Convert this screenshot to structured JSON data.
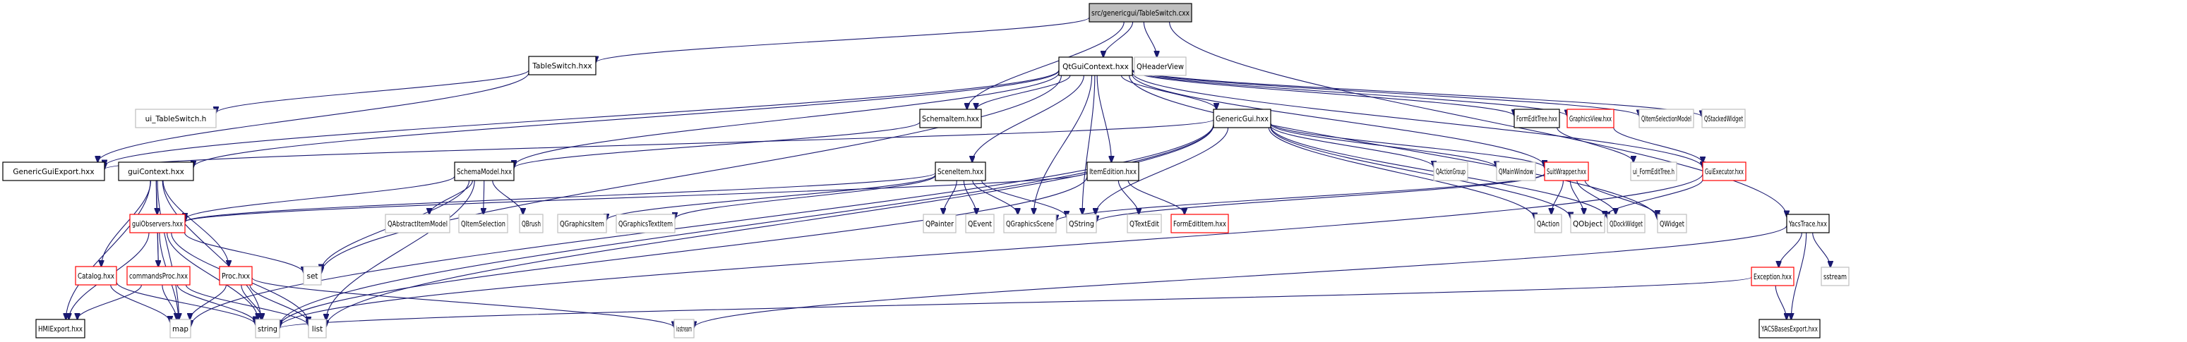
{
  "diagram": {
    "title": "src/genericgui/TableSwitch.cxx",
    "type": "include-dependency-graph",
    "colors": {
      "edge": "#191970",
      "root_fill": "#bfbfbf",
      "documented_border": "#000000",
      "undocumented_border": "#ff0000",
      "external_border": "#bfbfbf"
    },
    "nodes": [
      {
        "id": "root",
        "label": "src/genericgui/TableSwitch.cxx",
        "kind": "root"
      },
      {
        "id": "TableSwitch",
        "label": "TableSwitch.hxx",
        "kind": "documented"
      },
      {
        "id": "QtGuiContext",
        "label": "QtGuiContext.hxx",
        "kind": "documented"
      },
      {
        "id": "QHeaderView",
        "label": "QHeaderView",
        "kind": "external"
      },
      {
        "id": "YacsTrace",
        "label": "YacsTrace.hxx",
        "kind": "documented"
      },
      {
        "id": "ui_TableSwitch",
        "label": "ui_TableSwitch.h",
        "kind": "external"
      },
      {
        "id": "SchemaItem",
        "label": "SchemaItem.hxx",
        "kind": "documented"
      },
      {
        "id": "GenericGui",
        "label": "GenericGui.hxx",
        "kind": "documented"
      },
      {
        "id": "FormEditTree",
        "label": "FormEditTree.hxx",
        "kind": "documented"
      },
      {
        "id": "GraphicsView",
        "label": "GraphicsView.hxx",
        "kind": "undocumented"
      },
      {
        "id": "QItemSelectionModel",
        "label": "QItemSelectionModel",
        "kind": "external"
      },
      {
        "id": "QStackedWidget",
        "label": "QStackedWidget",
        "kind": "external"
      },
      {
        "id": "GenericGuiExport",
        "label": "GenericGuiExport.hxx",
        "kind": "documented"
      },
      {
        "id": "guiContext",
        "label": "guiContext.hxx",
        "kind": "documented"
      },
      {
        "id": "SchemaModel",
        "label": "SchemaModel.hxx",
        "kind": "documented"
      },
      {
        "id": "SceneItem",
        "label": "SceneItem.hxx",
        "kind": "documented"
      },
      {
        "id": "ItemEdition",
        "label": "ItemEdition.hxx",
        "kind": "documented"
      },
      {
        "id": "QActionGroup",
        "label": "QActionGroup",
        "kind": "external"
      },
      {
        "id": "QMainWindow",
        "label": "QMainWindow",
        "kind": "external"
      },
      {
        "id": "SuitWrapper",
        "label": "SuitWrapper.hxx",
        "kind": "undocumented"
      },
      {
        "id": "ui_FormEditTree",
        "label": "ui_FormEditTree.h",
        "kind": "external"
      },
      {
        "id": "GuiExecutor",
        "label": "GuiExecutor.hxx",
        "kind": "undocumented"
      },
      {
        "id": "guiObservers",
        "label": "guiObservers.hxx",
        "kind": "undocumented"
      },
      {
        "id": "QAbstractItemModel",
        "label": "QAbstractItemModel",
        "kind": "external"
      },
      {
        "id": "QItemSelection",
        "label": "QItemSelection",
        "kind": "external"
      },
      {
        "id": "QBrush",
        "label": "QBrush",
        "kind": "external"
      },
      {
        "id": "QGraphicsItem",
        "label": "QGraphicsItem",
        "kind": "external"
      },
      {
        "id": "QGraphicsTextItem",
        "label": "QGraphicsTextItem",
        "kind": "external"
      },
      {
        "id": "QPainter",
        "label": "QPainter",
        "kind": "external"
      },
      {
        "id": "QEvent",
        "label": "QEvent",
        "kind": "external"
      },
      {
        "id": "QGraphicsScene",
        "label": "QGraphicsScene",
        "kind": "external"
      },
      {
        "id": "QString",
        "label": "QString",
        "kind": "external"
      },
      {
        "id": "QTextEdit",
        "label": "QTextEdit",
        "kind": "external"
      },
      {
        "id": "FormEditItem",
        "label": "FormEditItem.hxx",
        "kind": "undocumented"
      },
      {
        "id": "QAction",
        "label": "QAction",
        "kind": "external"
      },
      {
        "id": "QObject",
        "label": "QObject",
        "kind": "external"
      },
      {
        "id": "QDockWidget",
        "label": "QDockWidget",
        "kind": "external"
      },
      {
        "id": "QWidget",
        "label": "QWidget",
        "kind": "external"
      },
      {
        "id": "Catalog",
        "label": "Catalog.hxx",
        "kind": "undocumented"
      },
      {
        "id": "commandsProc",
        "label": "commandsProc.hxx",
        "kind": "undocumented"
      },
      {
        "id": "Proc",
        "label": "Proc.hxx",
        "kind": "undocumented"
      },
      {
        "id": "set",
        "label": "set",
        "kind": "external"
      },
      {
        "id": "Exception",
        "label": "Exception.hxx",
        "kind": "undocumented"
      },
      {
        "id": "sstream",
        "label": "sstream",
        "kind": "external"
      },
      {
        "id": "HMIExport",
        "label": "HMIExport.hxx",
        "kind": "documented"
      },
      {
        "id": "map",
        "label": "map",
        "kind": "external"
      },
      {
        "id": "string",
        "label": "string",
        "kind": "external"
      },
      {
        "id": "list",
        "label": "list",
        "kind": "external"
      },
      {
        "id": "iostream",
        "label": "iostream",
        "kind": "external"
      },
      {
        "id": "YACSBasesExport",
        "label": "YACSBasesExport.hxx",
        "kind": "documented"
      }
    ],
    "edges": [
      [
        "root",
        "TableSwitch"
      ],
      [
        "root",
        "QtGuiContext"
      ],
      [
        "root",
        "QHeaderView"
      ],
      [
        "root",
        "YacsTrace"
      ],
      [
        "root",
        "SchemaItem"
      ],
      [
        "TableSwitch",
        "ui_TableSwitch"
      ],
      [
        "TableSwitch",
        "GenericGuiExport"
      ],
      [
        "QtGuiContext",
        "SchemaItem"
      ],
      [
        "QtGuiContext",
        "GenericGui"
      ],
      [
        "QtGuiContext",
        "FormEditTree"
      ],
      [
        "QtGuiContext",
        "GraphicsView"
      ],
      [
        "QtGuiContext",
        "QItemSelectionModel"
      ],
      [
        "QtGuiContext",
        "QStackedWidget"
      ],
      [
        "QtGuiContext",
        "GenericGuiExport"
      ],
      [
        "QtGuiContext",
        "guiContext"
      ],
      [
        "QtGuiContext",
        "SchemaModel"
      ],
      [
        "QtGuiContext",
        "SceneItem"
      ],
      [
        "QtGuiContext",
        "ItemEdition"
      ],
      [
        "QtGuiContext",
        "QGraphicsScene"
      ],
      [
        "QtGuiContext",
        "QString"
      ],
      [
        "QtGuiContext",
        "SuitWrapper"
      ],
      [
        "QtGuiContext",
        "GuiExecutor"
      ],
      [
        "QtGuiContext",
        "QWidget"
      ],
      [
        "QtGuiContext",
        "set"
      ],
      [
        "SchemaItem",
        "SchemaModel"
      ],
      [
        "GenericGui",
        "GenericGuiExport"
      ],
      [
        "GenericGui",
        "QActionGroup"
      ],
      [
        "GenericGui",
        "QMainWindow"
      ],
      [
        "GenericGui",
        "SuitWrapper"
      ],
      [
        "GenericGui",
        "QAction"
      ],
      [
        "GenericGui",
        "QObject"
      ],
      [
        "GenericGui",
        "QDockWidget"
      ],
      [
        "GenericGui",
        "QString"
      ],
      [
        "GenericGui",
        "map"
      ],
      [
        "GenericGui",
        "list"
      ],
      [
        "GenericGui",
        "string"
      ],
      [
        "FormEditTree",
        "ui_FormEditTree"
      ],
      [
        "GraphicsView",
        "GuiExecutor"
      ],
      [
        "guiContext",
        "guiObservers"
      ],
      [
        "guiContext",
        "Catalog"
      ],
      [
        "guiContext",
        "commandsProc"
      ],
      [
        "guiContext",
        "Proc"
      ],
      [
        "guiContext",
        "HMIExport"
      ],
      [
        "guiContext",
        "map"
      ],
      [
        "guiContext",
        "string"
      ],
      [
        "SchemaModel",
        "guiObservers"
      ],
      [
        "SchemaModel",
        "QAbstractItemModel"
      ],
      [
        "SchemaModel",
        "QItemSelection"
      ],
      [
        "SchemaModel",
        "QBrush"
      ],
      [
        "SchemaModel",
        "set"
      ],
      [
        "SchemaModel",
        "list"
      ],
      [
        "SceneItem",
        "guiObservers"
      ],
      [
        "SceneItem",
        "QGraphicsItem"
      ],
      [
        "SceneItem",
        "QGraphicsTextItem"
      ],
      [
        "SceneItem",
        "QPainter"
      ],
      [
        "SceneItem",
        "QEvent"
      ],
      [
        "SceneItem",
        "QGraphicsScene"
      ],
      [
        "SceneItem",
        "QString"
      ],
      [
        "ItemEdition",
        "guiObservers"
      ],
      [
        "ItemEdition",
        "QTextEdit"
      ],
      [
        "ItemEdition",
        "FormEditItem"
      ],
      [
        "ItemEdition",
        "string"
      ],
      [
        "SuitWrapper",
        "QAction"
      ],
      [
        "SuitWrapper",
        "QObject"
      ],
      [
        "SuitWrapper",
        "QDockWidget"
      ],
      [
        "SuitWrapper",
        "QWidget"
      ],
      [
        "SuitWrapper",
        "QString"
      ],
      [
        "SuitWrapper",
        "QGraphicsScene"
      ],
      [
        "GuiExecutor",
        "QObject"
      ],
      [
        "GuiExecutor",
        "string"
      ],
      [
        "guiObservers",
        "commandsProc"
      ],
      [
        "guiObservers",
        "HMIExport"
      ],
      [
        "guiObservers",
        "map"
      ],
      [
        "guiObservers",
        "string"
      ],
      [
        "guiObservers",
        "list"
      ],
      [
        "guiObservers",
        "set"
      ],
      [
        "Catalog",
        "map"
      ],
      [
        "Catalog",
        "string"
      ],
      [
        "commandsProc",
        "HMIExport"
      ],
      [
        "commandsProc",
        "map"
      ],
      [
        "commandsProc",
        "string"
      ],
      [
        "commandsProc",
        "list"
      ],
      [
        "Proc",
        "map"
      ],
      [
        "Proc",
        "string"
      ],
      [
        "Proc",
        "list"
      ],
      [
        "Proc",
        "iostream"
      ],
      [
        "YacsTrace",
        "Exception"
      ],
      [
        "YacsTrace",
        "sstream"
      ],
      [
        "YacsTrace",
        "YACSBasesExport"
      ],
      [
        "YacsTrace",
        "iostream"
      ],
      [
        "Exception",
        "YACSBasesExport"
      ],
      [
        "Exception",
        "string"
      ]
    ]
  }
}
